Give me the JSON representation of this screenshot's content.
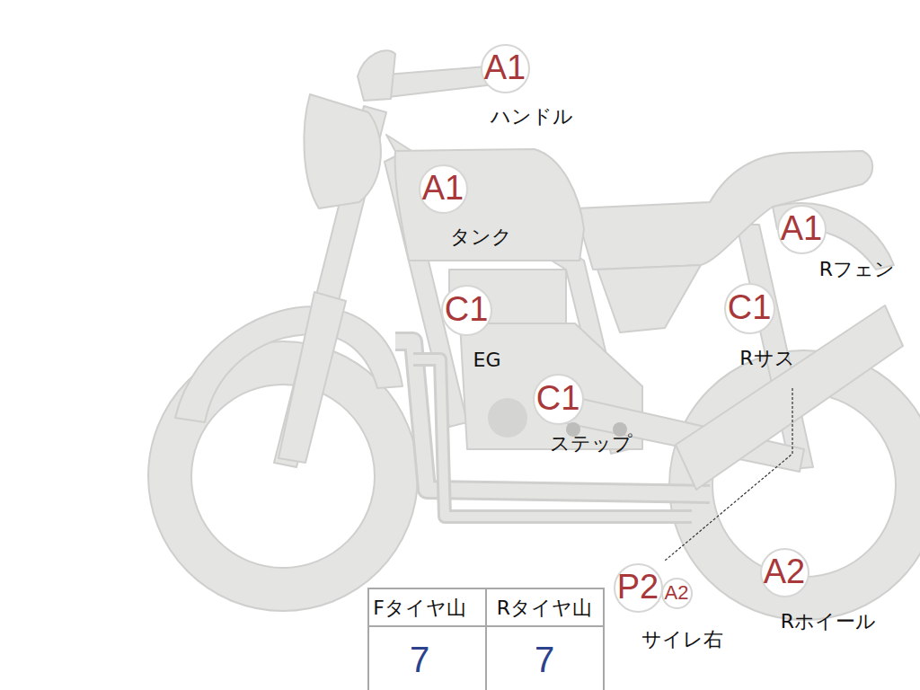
{
  "diagram": {
    "nodes": [
      {
        "text": [
          "A1",
          "ハンドル"
        ]
      },
      {
        "text": [
          "A1",
          "タンク"
        ]
      },
      {
        "text": [
          "A1",
          "Rフェン"
        ]
      },
      {
        "text": [
          "C1",
          "EG"
        ]
      },
      {
        "text": [
          "C1",
          "Rサス"
        ]
      },
      {
        "text": [
          "C1",
          "ステップ"
        ]
      },
      {
        "text": [
          "P2",
          "サイレ右"
        ]
      },
      {
        "text": [
          "A2"
        ]
      },
      {
        "text": [
          "A2",
          "Rホイール"
        ]
      }
    ],
    "labels": [
      "Fタイヤ山",
      "Rタイヤ山",
      "7",
      "7"
    ]
  }
}
